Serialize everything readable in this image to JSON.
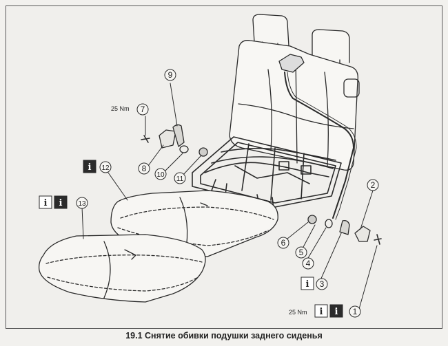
{
  "caption": "19.1 Снятие обивки подушки заднего сиденья",
  "callouts": [
    {
      "id": "c1",
      "number": "1",
      "torque": "25 Nm",
      "icons": [
        "info-light",
        "info-dark"
      ]
    },
    {
      "id": "c2",
      "number": "2"
    },
    {
      "id": "c3",
      "number": "3",
      "icons": [
        "info-light"
      ]
    },
    {
      "id": "c4",
      "number": "4"
    },
    {
      "id": "c5",
      "number": "5"
    },
    {
      "id": "c6",
      "number": "6"
    },
    {
      "id": "c7",
      "number": "7",
      "torque": "25 Nm"
    },
    {
      "id": "c8",
      "number": "8"
    },
    {
      "id": "c9",
      "number": "9"
    },
    {
      "id": "c10",
      "number": "10"
    },
    {
      "id": "c11",
      "number": "11"
    },
    {
      "id": "c12",
      "number": "12",
      "icons": [
        "info-dark"
      ]
    },
    {
      "id": "c13",
      "number": "13",
      "icons": [
        "info-light",
        "info-dark"
      ]
    }
  ],
  "icon_glyph": "i",
  "colors": {
    "line": "#2a2a2a",
    "icon_dark": "#2b2b2b",
    "icon_light": "#ffffff",
    "background": "#f0efec"
  }
}
